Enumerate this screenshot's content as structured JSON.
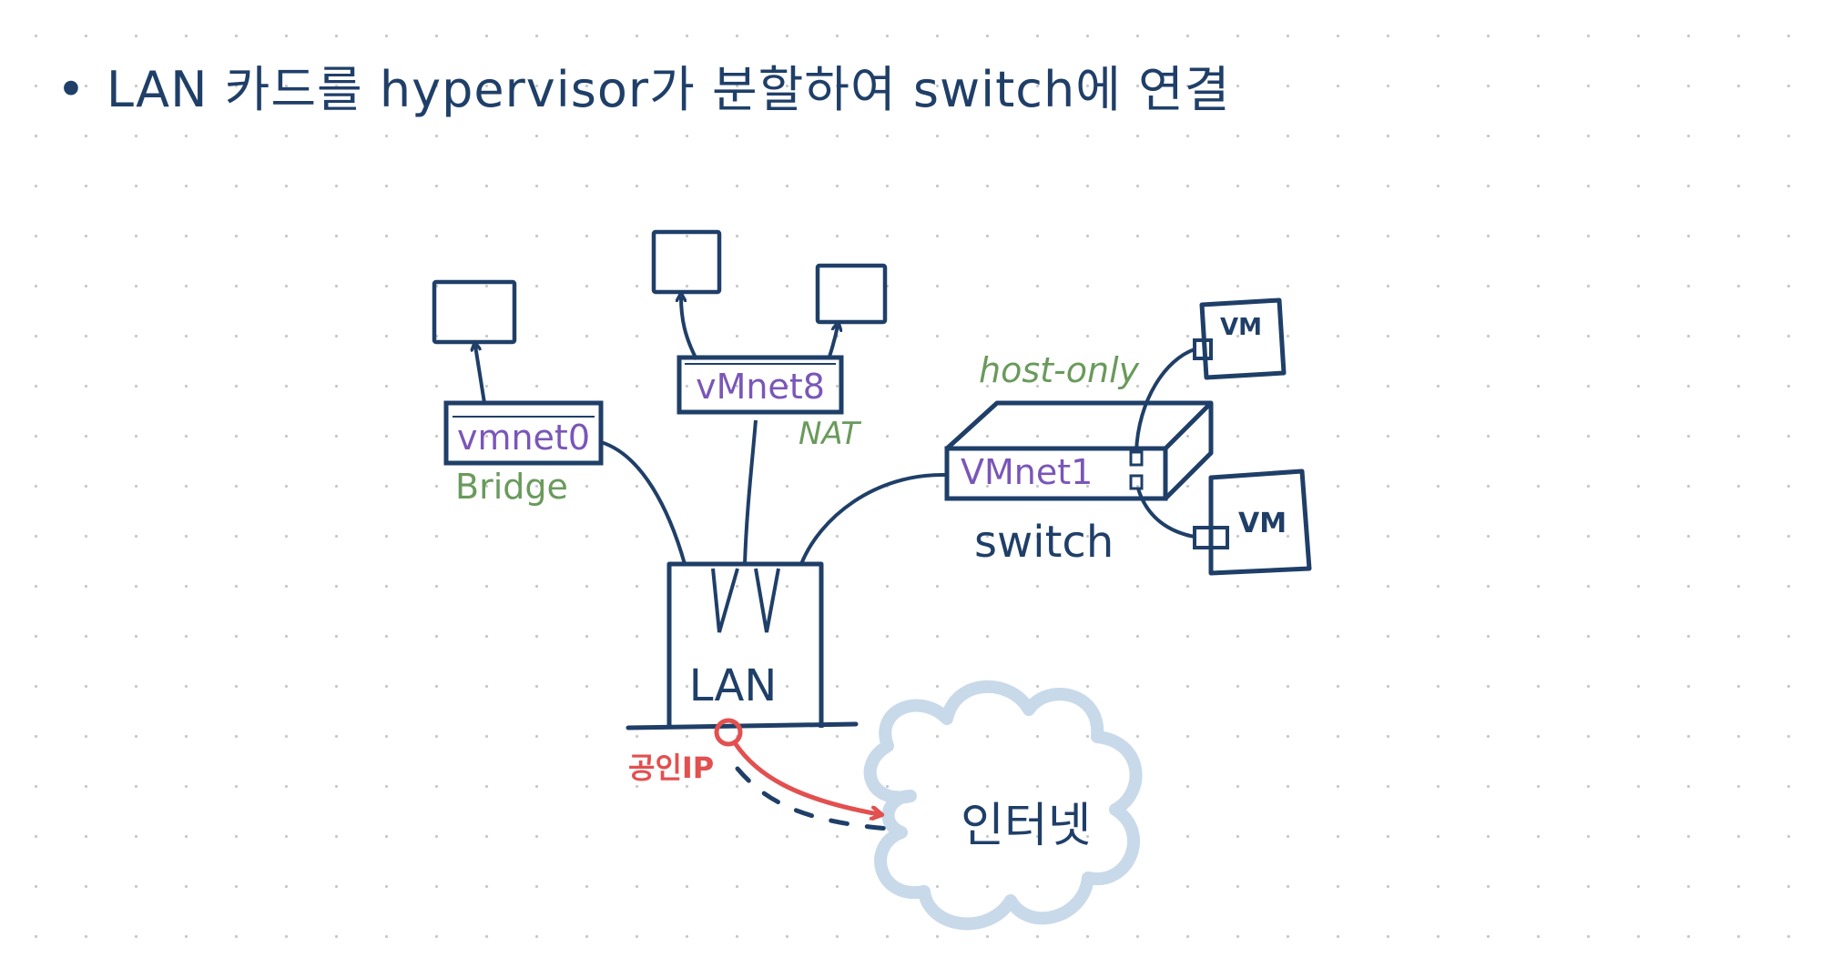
{
  "title": "LAN 카드를 hypervisor가 분할하여 switch에 연결",
  "bullet": "•",
  "nodes": {
    "vmnet0": "vmnet0",
    "vmnet8": "vMnet8",
    "vmnet1": "VMnet1",
    "lan": "LAN",
    "switch": "switch",
    "internet": "인터넷",
    "vm_top": "VM",
    "vm_bottom": "VM"
  },
  "labels": {
    "bridge": "Bridge",
    "nat": "NAT",
    "host_only": "host-only",
    "public_ip": "공인IP"
  },
  "colors": {
    "ink": "#1f3f68",
    "purple": "#7a56b8",
    "green": "#6a9a5c",
    "red": "#e25050",
    "cloud": "#c8d9ea"
  }
}
